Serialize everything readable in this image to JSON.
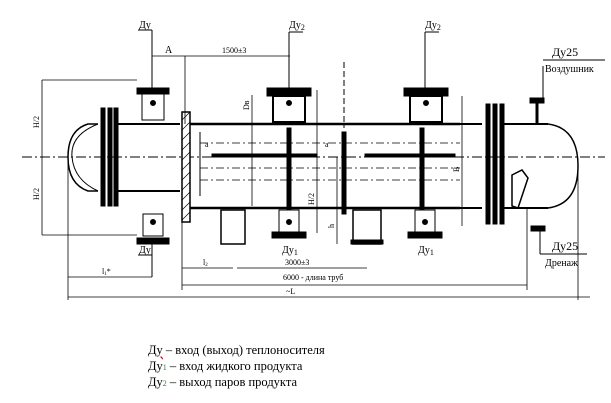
{
  "nozzles": {
    "top_left": "Ду",
    "top_mid": "Ду",
    "top_mid_sub": "2",
    "top_right": "Ду",
    "top_right_sub": "2",
    "bottom_left": "Ду",
    "bottom_mid": "Ду",
    "bottom_mid_sub": "1",
    "bottom_right": "Ду",
    "bottom_right_sub": "1",
    "air_size": "Ду25",
    "air_label": "Воздушник",
    "drain_size": "Ду25",
    "drain_label": "Дренаж"
  },
  "dimensions": {
    "a": "A",
    "pitch": "1500±3",
    "h_half_left_top": "H/2",
    "h_half_left_bottom": "H/2",
    "h_half_mid": "H/2",
    "dv": "Dв",
    "b": "B",
    "h": "h",
    "baffle_gap_1": "a",
    "baffle_gap_2": "a",
    "l1": "l",
    "l1_sub": "1",
    "l1_mark": "*",
    "l2": "l",
    "l2_sub": "2",
    "support_spacing": "3000±3",
    "tube_length": "6000 - длина труб",
    "total_length": "~L"
  },
  "legend": [
    {
      "symbol": "Ду",
      "sub": "",
      "text": " – вход (выход) теплоносителя"
    },
    {
      "symbol": "Ду",
      "sub": "1",
      "text": " – вход жидкого продукта"
    },
    {
      "symbol": "Ду",
      "sub": "2",
      "text": " – выход паров продукта"
    }
  ]
}
